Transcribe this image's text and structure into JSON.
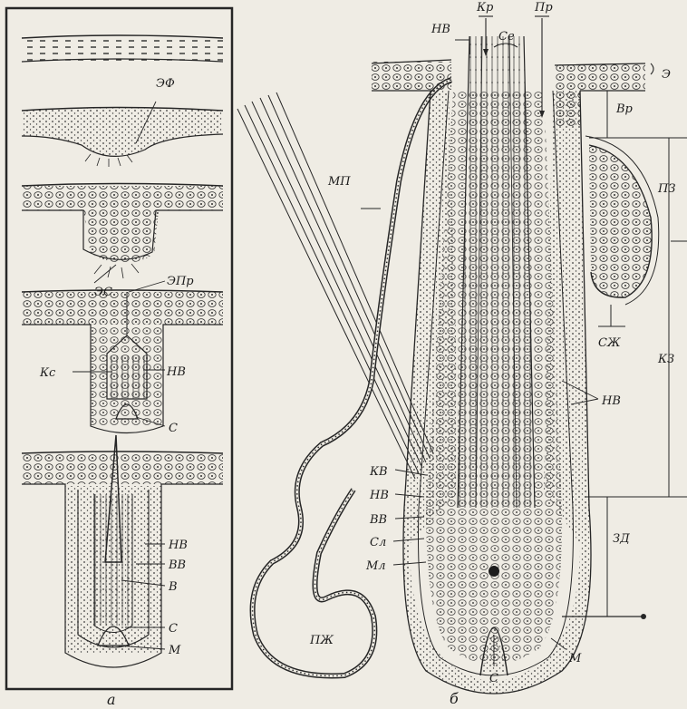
{
  "panel_a": {
    "caption": "а",
    "labels": {
      "ef": "ЭФ",
      "es": "ЭС",
      "epr": "ЭПр",
      "ks": "Кс",
      "nv1": "НВ",
      "s1": "С",
      "nv2": "НВ",
      "vv": "ВВ",
      "v": "В",
      "s2": "С",
      "m": "М"
    }
  },
  "panel_b": {
    "caption": "б",
    "labels": {
      "nv_top": "НВ",
      "kr": "Кр",
      "se": "Се",
      "pr": "Пр",
      "e": "Э",
      "vr": "Вр",
      "pz": "ПЗ",
      "sg": "СЖ",
      "kz": "КЗ",
      "zd": "ЗД",
      "nv_right": "НВ",
      "mp": "МП",
      "kv": "КВ",
      "nv_left": "НВ",
      "vv": "ВВ",
      "sl": "Сл",
      "ml": "Мл",
      "pzh": "ПЖ",
      "s": "С",
      "m": "М"
    }
  }
}
